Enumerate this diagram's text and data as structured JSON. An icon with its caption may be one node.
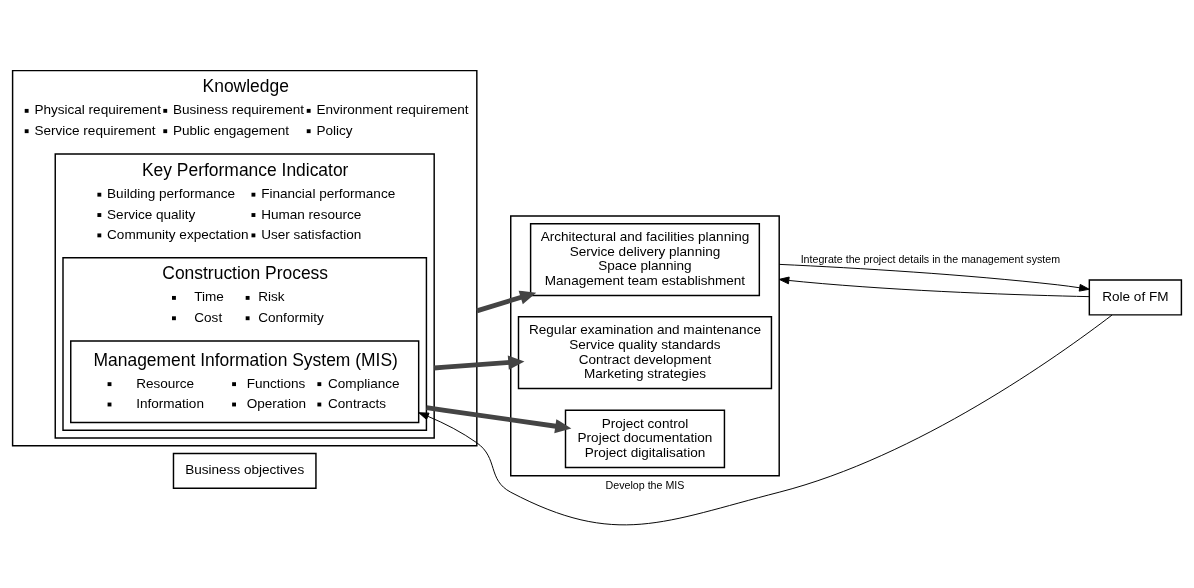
{
  "diagram": {
    "nodes": [
      {
        "text": [
          "Business objectives"
        ]
      },
      {
        "text": [
          "Knowledge",
          "Physical requirement",
          "Service requirement",
          "Business requirement",
          "Public engagement",
          "Environment requirement",
          "Policy"
        ]
      },
      {
        "text": [
          "Key Performance Indicator",
          "Building performance",
          "Service quality",
          "Community expectation",
          "Financial performance",
          "Human resource",
          "User satisfaction"
        ],
        "in": 1
      },
      {
        "text": [
          "Construction Process",
          "Time",
          "Cost",
          "Risk",
          "Conformity"
        ],
        "in": 2
      },
      {
        "text": [
          "Management Information System (MIS)",
          "Resource",
          "Information",
          "Functions",
          "Operation",
          "Compliance",
          "Contracts"
        ],
        "in": 3
      },
      {
        "text": [],
        "shape": "box"
      },
      {
        "text": [
          "Architectural and facilities planning",
          "Service delivery planning",
          "Space planning",
          "Management team establishment"
        ],
        "in": 5
      },
      {
        "text": [
          "Regular examination and maintenance",
          "Service quality standards",
          "Contract development",
          "Marketing strategies"
        ],
        "in": 5
      },
      {
        "text": [
          "Project control",
          "Project documentation",
          "Project digitalisation"
        ],
        "in": 5
      },
      {
        "text": [
          "Role of FM"
        ]
      }
    ],
    "edges": [
      {
        "from": 1,
        "to": 6,
        "arrow": "to",
        "style": "thick"
      },
      {
        "from": 2,
        "to": 7,
        "arrow": "to",
        "style": "thick"
      },
      {
        "from": 3,
        "to": 8,
        "arrow": "to",
        "style": "thick"
      },
      {
        "from": 5,
        "to": 9,
        "arrow": "to",
        "label": "Integrate the project details in the management system"
      },
      {
        "from": 9,
        "to": 5,
        "arrow": "to"
      },
      {
        "from": 9,
        "to": 4,
        "arrow": "to",
        "label": "Develop the MIS"
      }
    ]
  }
}
